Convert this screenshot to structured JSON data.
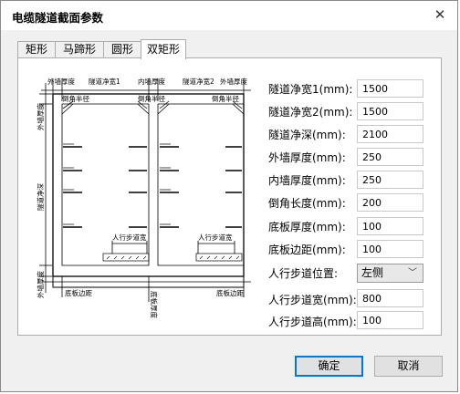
{
  "window": {
    "title": "电缆隧道截面参数"
  },
  "tabs": [
    {
      "label": "矩形"
    },
    {
      "label": "马蹄形"
    },
    {
      "label": "圆形"
    },
    {
      "label": "双矩形"
    }
  ],
  "diagram": {
    "labels": {
      "outer_wall_top_left": "外墙厚度",
      "tunnel_width1": "隧道净宽1",
      "inner_wall": "内墙厚度",
      "tunnel_width2": "隧道净宽2",
      "outer_wall_top_right": "外墙厚度",
      "chamfer_left": "倒角半径",
      "chamfer_mid": "倒角半径",
      "chamfer_right": "倒角半径",
      "left_outer_wall_upper": "外墙厚度",
      "tunnel_depth": "隧道净深",
      "left_outer_wall_lower": "外墙厚度",
      "walkway_width_left": "人行步道宽",
      "walkway_width_right": "人行步道宽",
      "floor_margin_left": "底板边距",
      "floor_thickness": "底板厚度",
      "floor_margin_right": "底板边距"
    }
  },
  "params": [
    {
      "label": "隧道净宽1(mm):",
      "value": "1500"
    },
    {
      "label": "隧道净宽2(mm):",
      "value": "1500"
    },
    {
      "label": "隧道净深(mm):",
      "value": "2100"
    },
    {
      "label": "外墙厚度(mm):",
      "value": "250"
    },
    {
      "label": "内墙厚度(mm):",
      "value": "250"
    },
    {
      "label": "倒角长度(mm):",
      "value": "200"
    },
    {
      "label": "底板厚度(mm):",
      "value": "100"
    },
    {
      "label": "底板边距(mm):",
      "value": "100"
    }
  ],
  "walkway_position": {
    "label": "人行步道位置:",
    "value": "左侧"
  },
  "walkway_params": [
    {
      "label": "人行步道宽(mm):",
      "value": "800"
    },
    {
      "label": "人行步道高(mm):",
      "value": "100"
    }
  ],
  "buttons": {
    "ok": "确定",
    "cancel": "取消"
  }
}
